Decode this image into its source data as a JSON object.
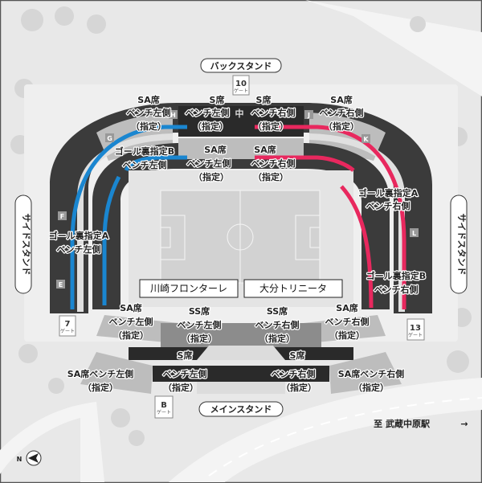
{
  "colors": {
    "background": "#e8e8e8",
    "stand_dark": "#3b3b3b",
    "stand_mid": "#8c8c8c",
    "stand_light": "#bdbdbd",
    "pitch": "#d2d2d2",
    "kawasaki_line": "#1a86d0",
    "oita_line": "#e8285e"
  },
  "stands": {
    "back": "バックスタンド",
    "main": "メインスタンド",
    "side_left": "サイドスタンド",
    "side_right": "サイドスタンド"
  },
  "gates": {
    "gate_word": "ゲート",
    "g10": "10",
    "g7": "7",
    "g13": "13",
    "gB": "B"
  },
  "block_letters": {
    "G": "G",
    "H": "H",
    "J": "J",
    "K": "K",
    "F": "F",
    "E": "E",
    "L": "L"
  },
  "back_labels": {
    "sa_left": [
      "SA席",
      "ベンチ左側",
      "（指定）"
    ],
    "s_left": [
      "S席",
      "ベンチ左側",
      "（指定）"
    ],
    "s_right": [
      "S席",
      "ベンチ右側",
      "（指定）"
    ],
    "sa_right": [
      "SA席",
      "ベンチ右側",
      "（指定）"
    ],
    "inner_sa_left": [
      "SA席",
      "ベンチ左側",
      "（指定）"
    ],
    "inner_sa_right": [
      "SA席",
      "ベンチ右側",
      "（指定）"
    ],
    "center_mark": "中"
  },
  "goal_labels": {
    "left_b": [
      "ゴール裏指定B",
      "ベンチ左側"
    ],
    "left_a": [
      "ゴール裏指定A",
      "ベンチ左側"
    ],
    "right_a": [
      "ゴール裏指定A",
      "ベンチ右側"
    ],
    "right_b": [
      "ゴール裏指定B",
      "ベンチ右側"
    ]
  },
  "teams": {
    "home": "川崎フロンターレ",
    "away": "大分トリニータ"
  },
  "main_labels": {
    "sa_left": [
      "SA席",
      "ベンチ左側",
      "（指定）"
    ],
    "ss_left": [
      "SS席",
      "ベンチ左側",
      "（指定）"
    ],
    "ss_right": [
      "SS席",
      "ベンチ右側",
      "（指定）"
    ],
    "sa_right": [
      "SA席",
      "ベンチ右側",
      "（指定）"
    ],
    "s_left": [
      "S席",
      "ベンチ左側",
      "（指定）"
    ],
    "s_right": [
      "S席",
      "ベンチ右側",
      "（指定）"
    ],
    "outer_sa_left": [
      "SA席ベンチ左側",
      "（指定）"
    ],
    "outer_sa_right": [
      "SA席ベンチ右側",
      "（指定）"
    ]
  },
  "direction": {
    "label": "至 武蔵中原駅",
    "arrow": "→"
  },
  "compass": {
    "label": "N"
  }
}
